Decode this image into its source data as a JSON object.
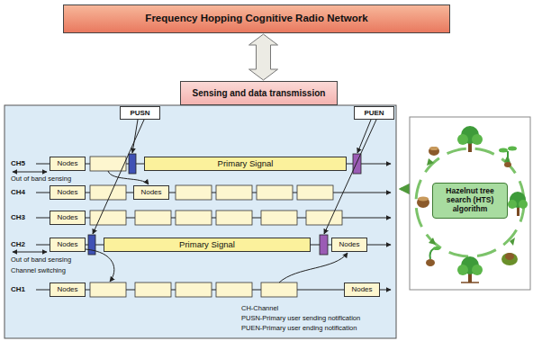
{
  "diagram": {
    "nodes": [
      {
        "text": [
          "Frequency Hopping Cognitive Radio Network"
        ]
      },
      {
        "text": [
          "Sensing and data transmission"
        ]
      },
      {
        "text": [
          "PUSN"
        ]
      },
      {
        "text": [
          "PUEN"
        ]
      },
      {
        "text": [
          "Nodes"
        ]
      },
      {
        "text": [
          "Primary Signal"
        ]
      },
      {
        "text": [
          "Nodes"
        ]
      },
      {
        "text": [
          "Nodes"
        ]
      },
      {
        "text": [
          "Nodes"
        ]
      },
      {
        "text": [
          "Nodes"
        ]
      },
      {
        "text": [
          "Primary Signal"
        ]
      },
      {
        "text": [
          "Nodes"
        ]
      },
      {
        "text": [
          "Nodes"
        ]
      },
      {
        "text": [
          "Nodes"
        ]
      },
      {
        "text": [
          "Hazelnut tree search (HTS) algorithm"
        ]
      }
    ],
    "edges": [
      {
        "from": 0,
        "to": 1,
        "arrow": "both"
      }
    ],
    "labels": [
      "CH5",
      "Out of band sensing",
      "CH4",
      "CH3",
      "CH2",
      "Out of band sensing",
      "Channel switching",
      "CH1",
      "CH-Channel",
      "PUSN-Primary user sending notification",
      "PUEN-Primary user ending notification"
    ]
  }
}
